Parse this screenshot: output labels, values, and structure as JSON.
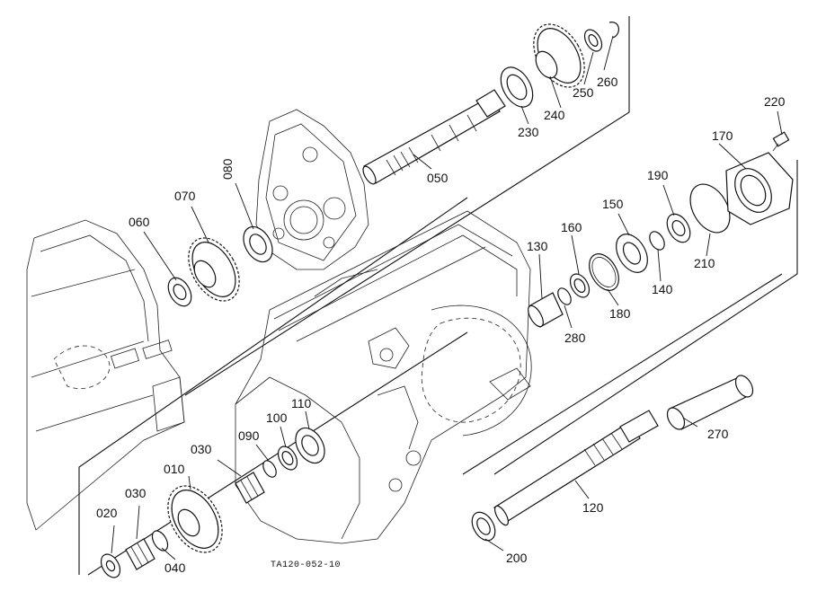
{
  "diagram": {
    "drawing_code": "TA120-052-10",
    "part_labels": {
      "p010": "010",
      "p020": "020",
      "p030a": "030",
      "p030b": "030",
      "p040": "040",
      "p050": "050",
      "p060": "060",
      "p070": "070",
      "p080": "080",
      "p090": "090",
      "p100": "100",
      "p110": "110",
      "p120": "120",
      "p130": "130",
      "p140": "140",
      "p150": "150",
      "p160": "160",
      "p170": "170",
      "p180": "180",
      "p190": "190",
      "p200": "200",
      "p210": "210",
      "p220": "220",
      "p230": "230",
      "p240": "240",
      "p250": "250",
      "p260": "260",
      "p270": "270",
      "p280": "280"
    }
  }
}
